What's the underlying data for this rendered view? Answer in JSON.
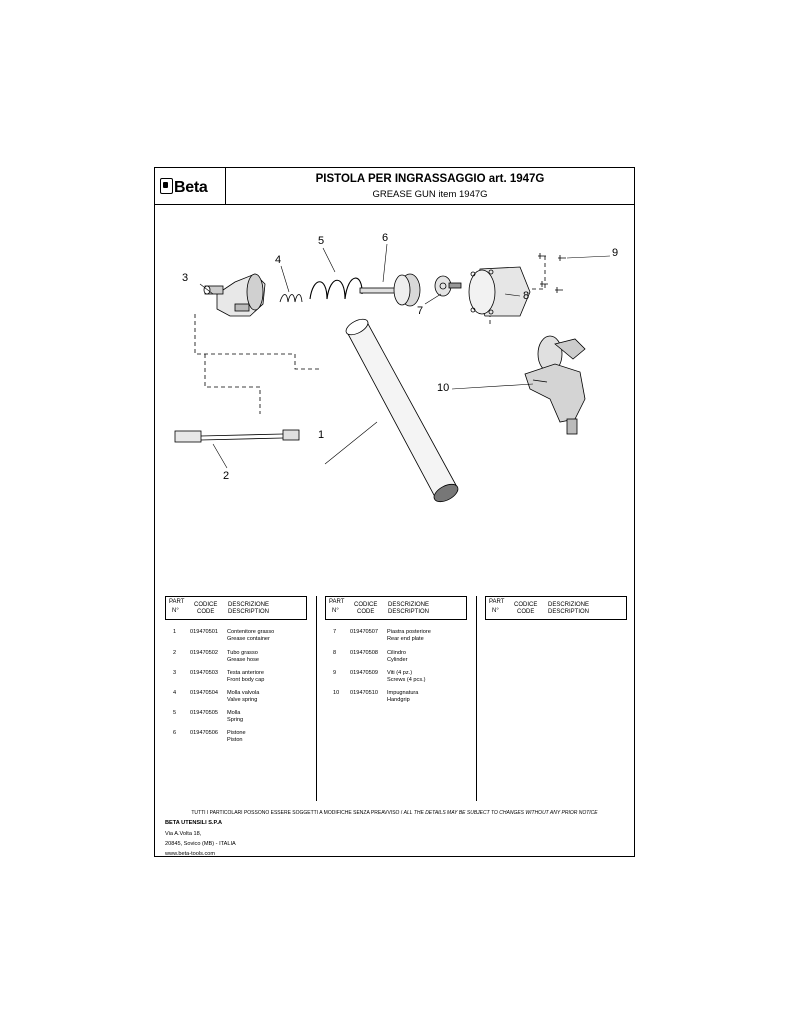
{
  "header": {
    "brand": "Beta",
    "title_it": "PISTOLA PER INGRASSAGGIO art. 1947G",
    "title_en": "GREASE GUN item 1947G"
  },
  "callouts": [
    "1",
    "2",
    "3",
    "4",
    "5",
    "6",
    "7",
    "8",
    "9",
    "10"
  ],
  "table_header": {
    "part": "PART",
    "n": "N°",
    "code_it": "CODICE",
    "code_en": "CODE",
    "desc_it": "DESCRIZIONE",
    "desc_en": "DESCRIPTION"
  },
  "parts_col1": [
    {
      "n": "1",
      "code": "019470501",
      "it": "Contenitore grasso",
      "en": "Grease container"
    },
    {
      "n": "2",
      "code": "019470502",
      "it": "Tubo grasso",
      "en": "Grease hose"
    },
    {
      "n": "3",
      "code": "019470503",
      "it": "Testa anteriore",
      "en": "Front body cap"
    },
    {
      "n": "4",
      "code": "019470504",
      "it": "Molla valvola",
      "en": "Valve spring"
    },
    {
      "n": "5",
      "code": "019470505",
      "it": "Molla",
      "en": "Spring"
    },
    {
      "n": "6",
      "code": "019470506",
      "it": "Pistone",
      "en": "Piston"
    }
  ],
  "parts_col2": [
    {
      "n": "7",
      "code": "019470507",
      "it": "Piastra posteriore",
      "en": "Rear end plate"
    },
    {
      "n": "8",
      "code": "019470508",
      "it": "Cilindro",
      "en": "Cylinder"
    },
    {
      "n": "9",
      "code": "019470509",
      "it": "Viti (4 pz.)",
      "en": "Screws (4 pcs.)"
    },
    {
      "n": "10",
      "code": "019470510",
      "it": "Impugnatura",
      "en": "Handgrip"
    }
  ],
  "footer": {
    "notice_it": "TUTTI I PARTICOLARI POSSONO ESSERE SOGGETTI A MODIFICHE SENZA PREAVVISO  /",
    "notice_en": "ALL THE DETAILS MAY BE SUBJECT TO CHANGES WITHOUT ANY PRIOR NOTICE",
    "company": "BETA UTENSILI S.P.A",
    "address1": "Via A.Volta 18,",
    "address2": "20845, Sovico (MB) - ITALIA",
    "website": "www.beta-tools.com"
  }
}
